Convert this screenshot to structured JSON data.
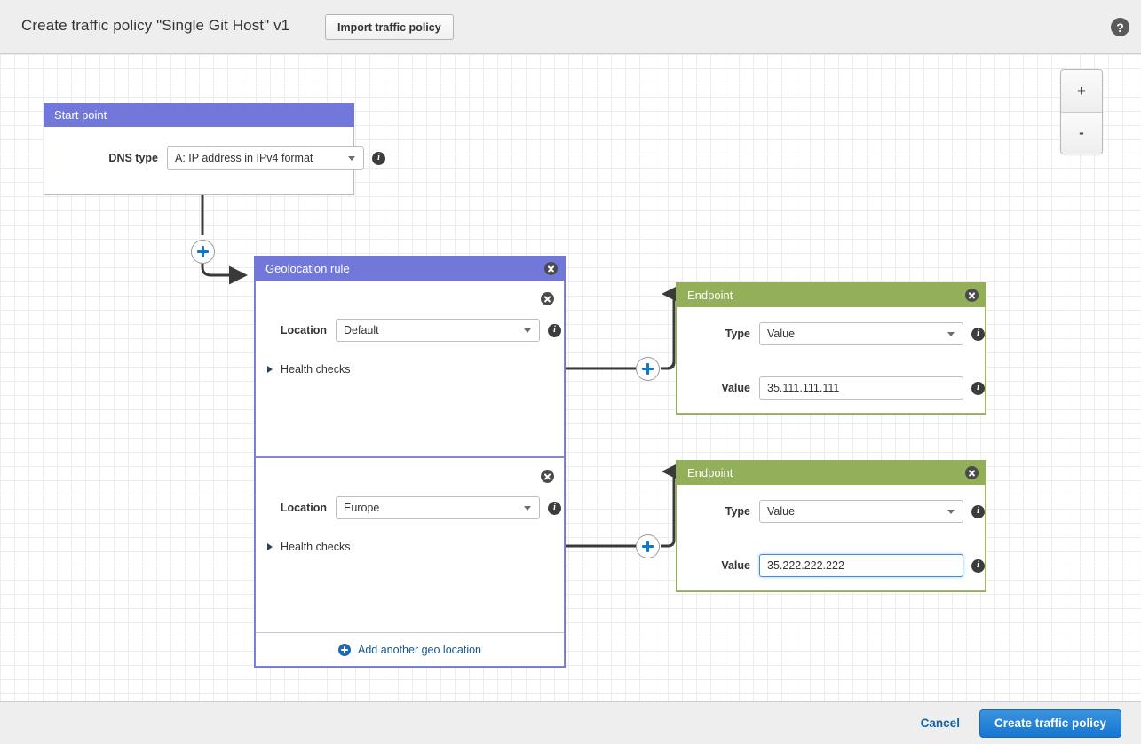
{
  "header": {
    "title": "Create traffic policy \"Single Git Host\" v1",
    "import_button": "Import traffic policy",
    "help_icon": "help-icon"
  },
  "canvas": {
    "zoom_in": "+",
    "zoom_out": "-"
  },
  "start_point": {
    "title": "Start point",
    "dns_type_label": "DNS type",
    "dns_type_value": "A: IP address in IPv4 format"
  },
  "geolocation_rule": {
    "title": "Geolocation rule",
    "locations": [
      {
        "label": "Location",
        "value": "Default",
        "health_checks_label": "Health checks"
      },
      {
        "label": "Location",
        "value": "Europe",
        "health_checks_label": "Health checks"
      }
    ],
    "add_location_label": "Add another geo location"
  },
  "endpoints": [
    {
      "title": "Endpoint",
      "type_label": "Type",
      "type_value": "Value",
      "value_label": "Value",
      "value_value": "35.111.111.111",
      "focused": false
    },
    {
      "title": "Endpoint",
      "type_label": "Type",
      "type_value": "Value",
      "value_label": "Value",
      "value_value": "35.222.222.222",
      "focused": true
    }
  ],
  "footer": {
    "cancel_label": "Cancel",
    "create_label": "Create traffic policy"
  },
  "colors": {
    "rule_header": "#7178d9",
    "endpoint_header": "#93af59",
    "primary_button": "#1876cf",
    "link": "#1464ad"
  }
}
